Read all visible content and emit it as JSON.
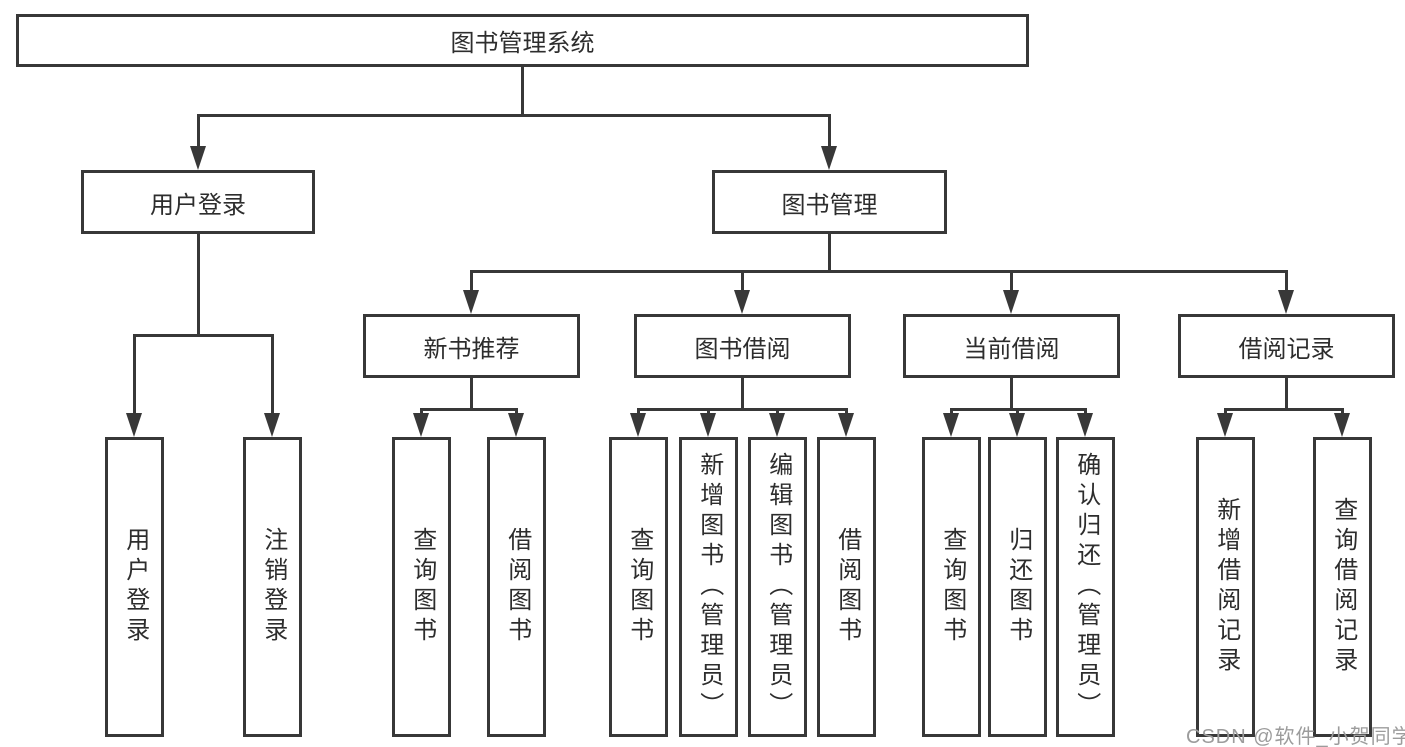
{
  "diagram": {
    "root": "图书管理系统",
    "level2": [
      "用户登录",
      "图书管理"
    ],
    "level3": [
      "新书推荐",
      "图书借阅",
      "当前借阅",
      "借阅记录"
    ],
    "leaves": [
      "用户登录",
      "注销登录",
      "查询图书",
      "借阅图书",
      "查询图书",
      "新增图书（管理员）",
      "编辑图书（管理员）",
      "借阅图书",
      "查询图书",
      "归还图书",
      "确认归还（管理员）",
      "新增借阅记录",
      "查询借阅记录"
    ],
    "watermark": "CSDN @软件_小贺同学",
    "colors": {
      "line": "#383838",
      "text": "#2d2d2d",
      "watermark": "#9c9c9c",
      "background": "#ffffff"
    }
  }
}
